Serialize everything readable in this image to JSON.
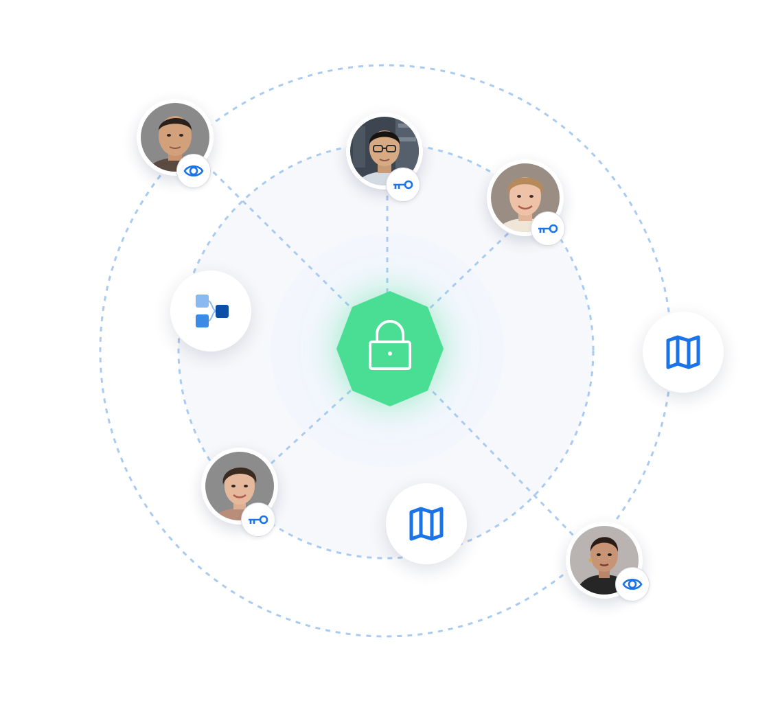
{
  "colors": {
    "accent_blue": "#1a73e8",
    "light_blue": "#8ab8f0",
    "dark_blue": "#0b4fa8",
    "dash_blue": "#a9cbf2",
    "inner_fill": "#f7f8fb",
    "lock_green": "#4ade94"
  },
  "center": {
    "icon": "lock-icon"
  },
  "people": [
    {
      "id": "person-top-left",
      "badge_icon": "eye-icon"
    },
    {
      "id": "person-top-center",
      "badge_icon": "key-icon"
    },
    {
      "id": "person-top-right",
      "badge_icon": "key-icon"
    },
    {
      "id": "person-bottom-left",
      "badge_icon": "key-icon"
    },
    {
      "id": "person-bottom-right",
      "badge_icon": "eye-icon"
    }
  ],
  "resources": [
    {
      "id": "workflow-node",
      "icon": "workflow-icon"
    },
    {
      "id": "map-node-right",
      "icon": "map-icon"
    },
    {
      "id": "map-node-bottom",
      "icon": "map-icon"
    }
  ]
}
